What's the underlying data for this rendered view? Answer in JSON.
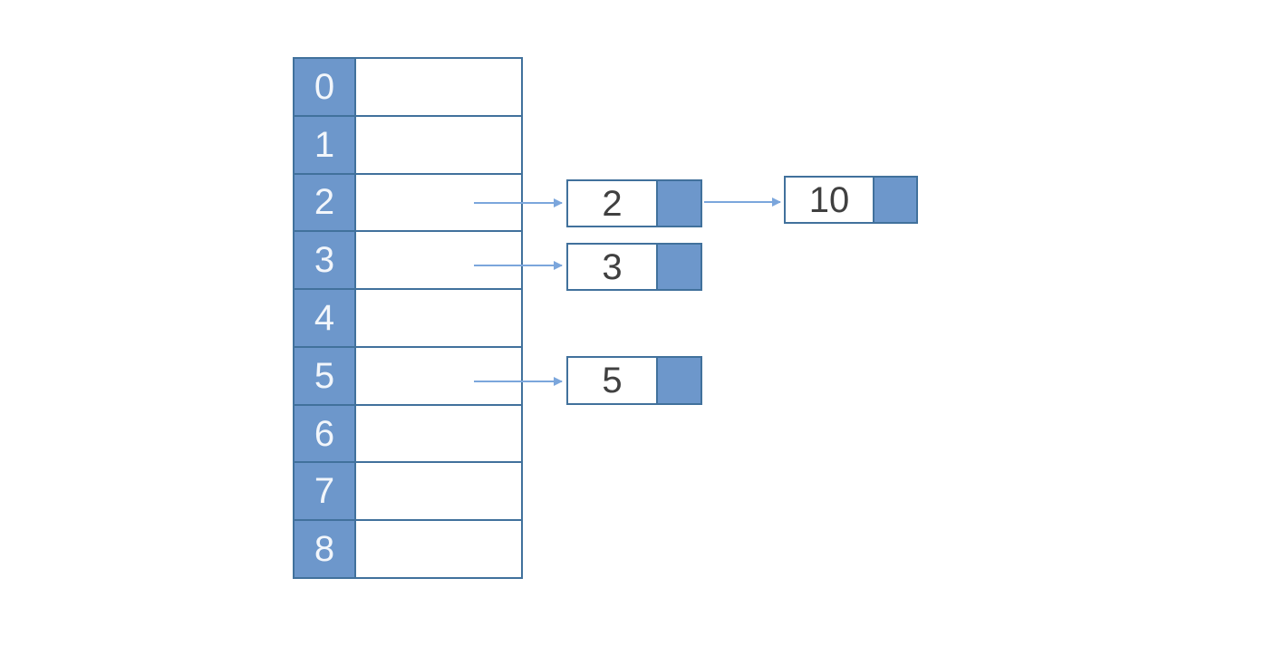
{
  "diagram": {
    "type": "hash-table-separate-chaining",
    "array": {
      "indices": [
        "0",
        "1",
        "2",
        "3",
        "4",
        "5",
        "6",
        "7",
        "8"
      ]
    },
    "chains": [
      {
        "bucket_index": "2",
        "nodes": [
          "2",
          "10"
        ]
      },
      {
        "bucket_index": "3",
        "nodes": [
          "3"
        ]
      },
      {
        "bucket_index": "5",
        "nodes": [
          "5"
        ]
      }
    ],
    "colors": {
      "cell_fill": "#6d97cb",
      "border": "#41719c",
      "arrow": "#7ba6dc",
      "index_text": "#f2f6fb",
      "value_text": "#404040",
      "background": "#ffffff"
    }
  }
}
